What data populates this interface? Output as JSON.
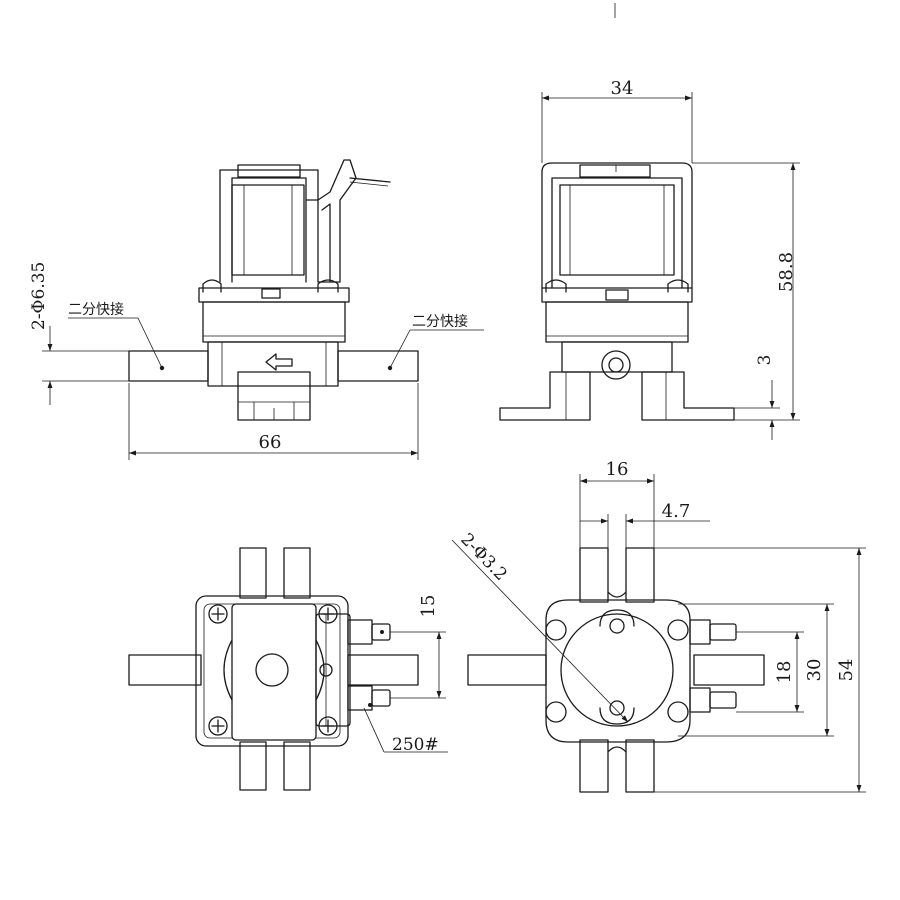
{
  "drawing": {
    "front_view": {
      "dim_width": "66",
      "dim_tube_dia": "2-Φ6.35",
      "left_label": "二分快接",
      "right_label": "二分快接",
      "flow_arrow": "left-arrow-icon"
    },
    "side_view": {
      "dim_width": "34",
      "dim_height": "58.8",
      "dim_base": "3"
    },
    "bottom_view_left": {
      "dim_terminal_gap": "15",
      "terminal_label": "250#"
    },
    "bottom_view_right": {
      "dim_width": "16",
      "dim_offset": "4.7",
      "dim_hole_dia": "2-Φ3.2",
      "dim_inner": "18",
      "dim_mid": "30",
      "dim_outer": "54"
    }
  },
  "colors": {
    "line": "#1a1a1a",
    "background": "#ffffff"
  }
}
